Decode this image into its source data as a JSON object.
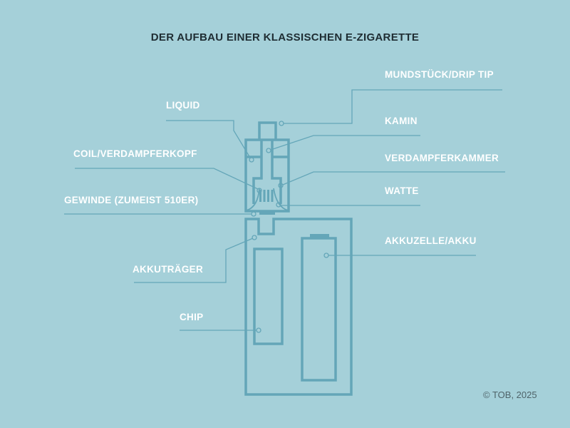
{
  "title": "DER AUFBAU EINER KLASSISCHEN E-ZIGARETTE",
  "labels": {
    "drip_tip": "MUNDSTÜCK/DRIP TIP",
    "liquid": "LIQUID",
    "kamin": "KAMIN",
    "coil": "COIL/VERDAMPFERKOPF",
    "kammer": "VERDAMPFERKAMMER",
    "watte": "WATTE",
    "gewinde": "GEWINDE (ZUMEIST 510ER)",
    "akkutraeger": "AKKUTRÄGER",
    "akkuzelle": "AKKUZELLE/AKKU",
    "chip": "CHIP"
  },
  "copyright": "© TOB, 2025",
  "colors": {
    "background": "#a5d0d9",
    "device": "#64a6b8",
    "label": "#ffffff",
    "title": "#1f2d33"
  }
}
